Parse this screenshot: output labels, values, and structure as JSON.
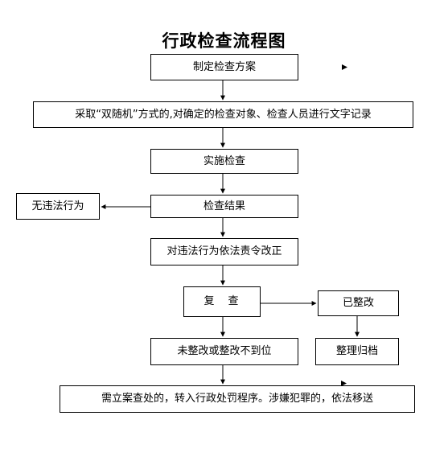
{
  "title": "行政检查流程图",
  "nodes": {
    "plan": "制定检查方案",
    "record": "采取“双随机”方式的,对确定的检查对象、检查人员进行文字记录",
    "implement": "实施检查",
    "result": "检查结果",
    "no_violation": "无违法行为",
    "correct": "对违法行为依法责令改正",
    "recheck": "复　查",
    "rectified": "已整改",
    "not_rectified": "未整改或整改不到位",
    "archive": "整理归档",
    "transfer": "需立案查处的，转入行政处罚程序。涉嫌犯罪的，依法移送"
  }
}
